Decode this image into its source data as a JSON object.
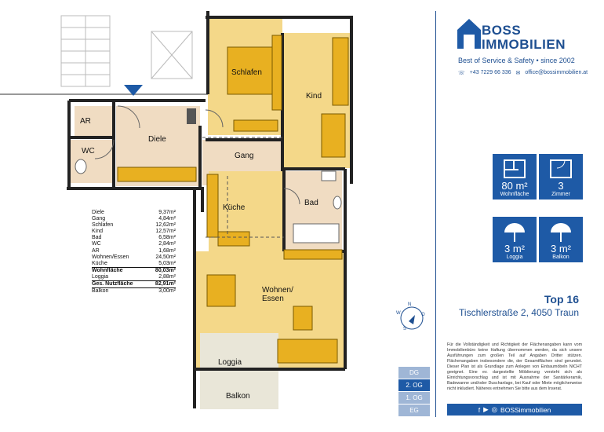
{
  "brand": {
    "name_line1": "BOSS",
    "name_line2": "IMMOBILIEN",
    "tagline": "Best of Service & Safety • since 2002",
    "phone": "+43 7229 66 336",
    "email": "office@bossimmobilien.at",
    "color": "#1e5aa6"
  },
  "rooms": {
    "schlafen": "Schlafen",
    "kind": "Kind",
    "ar": "AR",
    "diele": "Diele",
    "wc": "WC",
    "gang": "Gang",
    "kueche": "Küche",
    "bad": "Bad",
    "wohnen_line1": "Wohnen/",
    "wohnen_line2": "Essen",
    "loggia": "Loggia",
    "balkon": "Balkon"
  },
  "area_table": [
    {
      "name": "Diele",
      "value": "9,37m²",
      "bold": false
    },
    {
      "name": "Gang",
      "value": "4,84m²",
      "bold": false
    },
    {
      "name": "Schlafen",
      "value": "12,62m²",
      "bold": false
    },
    {
      "name": "Kind",
      "value": "12,57m²",
      "bold": false
    },
    {
      "name": "Bad",
      "value": "6,58m²",
      "bold": false
    },
    {
      "name": "WC",
      "value": "2,84m²",
      "bold": false
    },
    {
      "name": "AR",
      "value": "1,68m²",
      "bold": false
    },
    {
      "name": "Wohnen/Essen",
      "value": "24,50m²",
      "bold": false
    },
    {
      "name": "Küche",
      "value": "5,03m²",
      "bold": false
    },
    {
      "name": "Wohnfläche",
      "value": "80,03m²",
      "bold": true
    },
    {
      "name": "Loggia",
      "value": "2,88m²",
      "bold": false
    },
    {
      "name": "Ges. Nutzfläche",
      "value": "82,91m²",
      "bold": true
    },
    {
      "name": "Balkon",
      "value": "3,00m²",
      "bold": false
    }
  ],
  "tiles": {
    "wohnflaeche": {
      "value": "80 m²",
      "label": "Wohnfläche"
    },
    "zimmer": {
      "value": "3",
      "label": "Zimmer"
    },
    "loggia": {
      "value": "3 m²",
      "label": "Loggia"
    },
    "balkon": {
      "value": "3 m²",
      "label": "Balkon"
    }
  },
  "listing": {
    "title": "Top 16",
    "address": "Tischlerstraße 2, 4050 Traun"
  },
  "compass": {
    "n": "N",
    "o": "O",
    "s": "S",
    "w": "W"
  },
  "floors": [
    {
      "label": "DG",
      "active": false
    },
    {
      "label": "2. OG",
      "active": true
    },
    {
      "label": "1. OG",
      "active": false
    },
    {
      "label": "EG",
      "active": false
    }
  ],
  "disclaimer": "Für die Vollständigkeit und Richtigkeit der Flächenangaben kann vom Immobilienbüro keine Haftung übernommen werden, da sich unsere Ausführungen zum großen Teil auf Angaben Dritter stützen. Flächenangaben insbesondere die, der Gesamtflächen sind gerundet. Dieser Plan ist als Grundlage zum Anlegen von Einbaumöbeln NICHT geeignet. Eine ev. dargestellte Möblierung versteht sich als Einrichtungsvorschlag und ist mit Ausnahme der Sanitärkeramik, Badewanne und/oder Duschanlage, bei Kauf oder Miete möglicherweise nicht inkludiert. Näheres entnehmen Sie bitte aus dem Inserat.",
  "social": {
    "handle": "BOSSimmobilien"
  }
}
